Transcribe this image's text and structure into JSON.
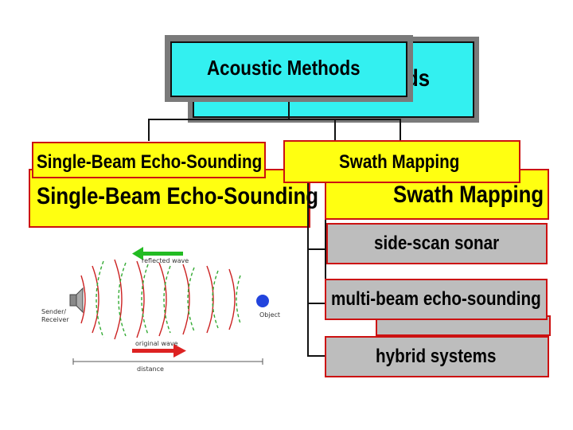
{
  "title": "Acoustic Methods",
  "title_overlap_fragment": "ds",
  "branches": {
    "single_beam": "Single-Beam Echo-Sounding",
    "swath": "Swath Mapping"
  },
  "swath_children": [
    "side-scan sonar",
    "multi-beam echo-sounding",
    "hybrid systems"
  ],
  "illustration": {
    "reflected_label": "reflected wave",
    "original_label": "original wave",
    "sender_label_line1": "Sender/",
    "sender_label_line2": "Receiver",
    "object_label": "Object",
    "distance_label": "distance",
    "colors": {
      "reflected_arrow": "#22bb22",
      "original_arrow": "#dd2222",
      "object": "#2244dd",
      "wave": "#cc2222"
    }
  },
  "colors": {
    "title_box": "#33f0f0",
    "branch_box": "#ffff11",
    "child_box": "#bdbdbd",
    "border": "#cc1111"
  }
}
